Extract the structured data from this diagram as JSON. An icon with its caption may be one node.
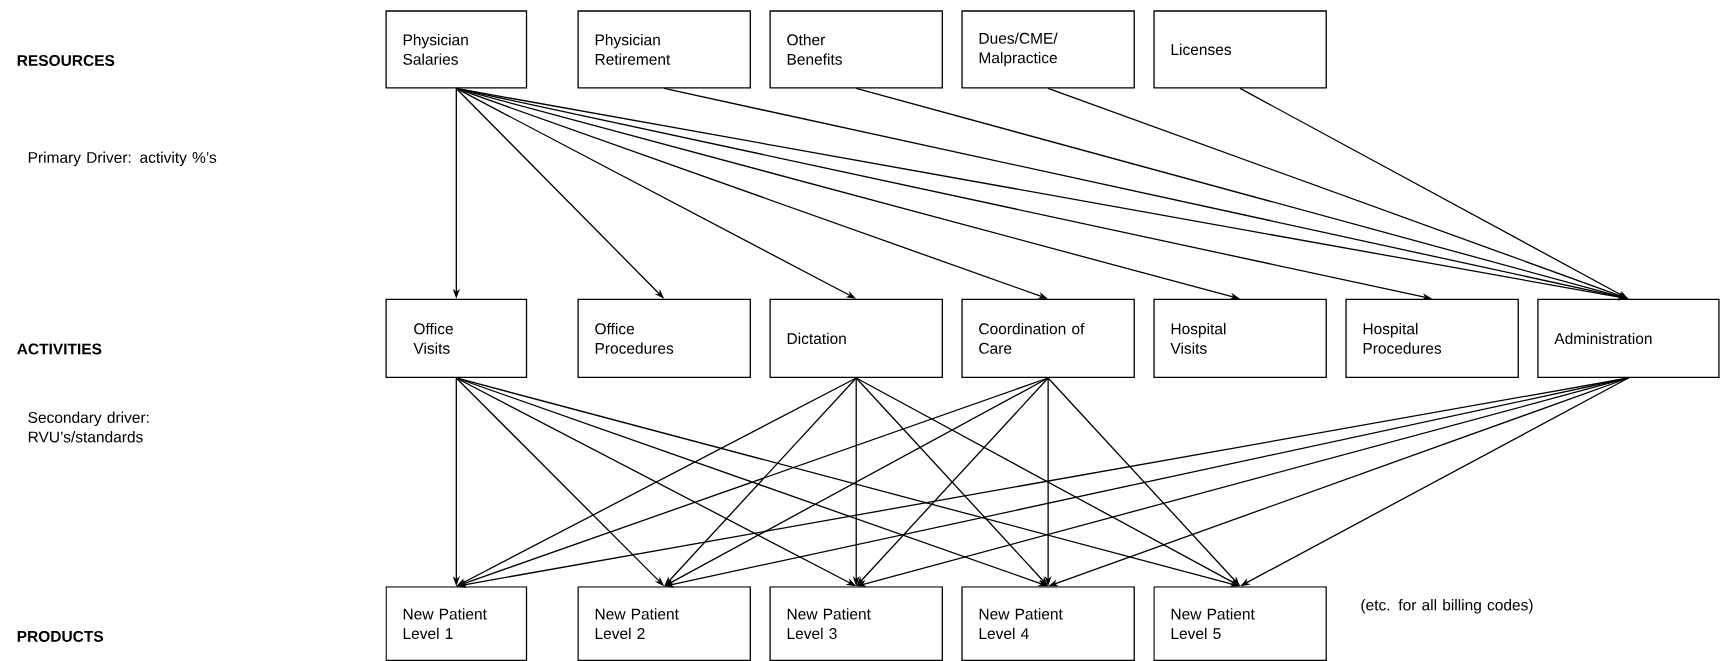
{
  "diagram": {
    "nodes": [
      {
        "text": [
          "Physician Salaries"
        ]
      },
      {
        "text": [
          "Physician Retirement"
        ]
      },
      {
        "text": [
          "Other Benefits"
        ]
      },
      {
        "text": [
          "Dues/CME/ Malpractice"
        ]
      },
      {
        "text": [
          "Licenses"
        ]
      },
      {
        "text": [
          "Office Visits"
        ]
      },
      {
        "text": [
          "Office Procedures"
        ]
      },
      {
        "text": [
          "Dictation"
        ]
      },
      {
        "text": [
          "Coordination of Care"
        ]
      },
      {
        "text": [
          "Hospital Visits"
        ]
      },
      {
        "text": [
          "Hospital Procedures"
        ]
      },
      {
        "text": [
          "Administration"
        ]
      },
      {
        "text": [
          "New Patient Level 1"
        ]
      },
      {
        "text": [
          "New Patient Level 2"
        ]
      },
      {
        "text": [
          "New Patient Level 3"
        ]
      },
      {
        "text": [
          "New Patient Level 4"
        ]
      },
      {
        "text": [
          "New Patient Level 5"
        ]
      }
    ],
    "edges": [
      {
        "from": 0,
        "to": 5,
        "arrow": "to"
      },
      {
        "from": 0,
        "to": 6,
        "arrow": "to"
      },
      {
        "from": 0,
        "to": 7,
        "arrow": "to"
      },
      {
        "from": 0,
        "to": 8,
        "arrow": "to"
      },
      {
        "from": 0,
        "to": 9,
        "arrow": "to"
      },
      {
        "from": 0,
        "to": 10,
        "arrow": "to"
      },
      {
        "from": 0,
        "to": 11,
        "arrow": "to"
      },
      {
        "from": 1,
        "to": 11,
        "arrow": "to"
      },
      {
        "from": 2,
        "to": 11,
        "arrow": "to"
      },
      {
        "from": 3,
        "to": 11,
        "arrow": "to"
      },
      {
        "from": 4,
        "to": 11,
        "arrow": "to"
      },
      {
        "from": 5,
        "to": 12,
        "arrow": "to"
      },
      {
        "from": 5,
        "to": 13,
        "arrow": "to"
      },
      {
        "from": 5,
        "to": 14,
        "arrow": "to"
      },
      {
        "from": 5,
        "to": 15,
        "arrow": "to"
      },
      {
        "from": 5,
        "to": 16,
        "arrow": "to"
      },
      {
        "from": 7,
        "to": 12,
        "arrow": "to"
      },
      {
        "from": 7,
        "to": 13,
        "arrow": "to"
      },
      {
        "from": 7,
        "to": 14,
        "arrow": "to"
      },
      {
        "from": 7,
        "to": 15,
        "arrow": "to"
      },
      {
        "from": 7,
        "to": 16,
        "arrow": "to"
      },
      {
        "from": 8,
        "to": 12,
        "arrow": "to"
      },
      {
        "from": 8,
        "to": 13,
        "arrow": "to"
      },
      {
        "from": 8,
        "to": 14,
        "arrow": "to"
      },
      {
        "from": 8,
        "to": 15,
        "arrow": "to"
      },
      {
        "from": 8,
        "to": 16,
        "arrow": "to"
      },
      {
        "from": 11,
        "to": 12,
        "arrow": "to"
      },
      {
        "from": 11,
        "to": 13,
        "arrow": "to"
      },
      {
        "from": 11,
        "to": 14,
        "arrow": "to"
      },
      {
        "from": 11,
        "to": 15,
        "arrow": "to"
      },
      {
        "from": 11,
        "to": 16,
        "arrow": "to"
      }
    ],
    "labels": [
      "RESOURCES",
      "Primary Driver: activity %’s",
      "ACTIVITIES",
      "Secondary driver: RVU’s/standards",
      "PRODUCTS",
      "(etc. for all billing codes)"
    ]
  }
}
